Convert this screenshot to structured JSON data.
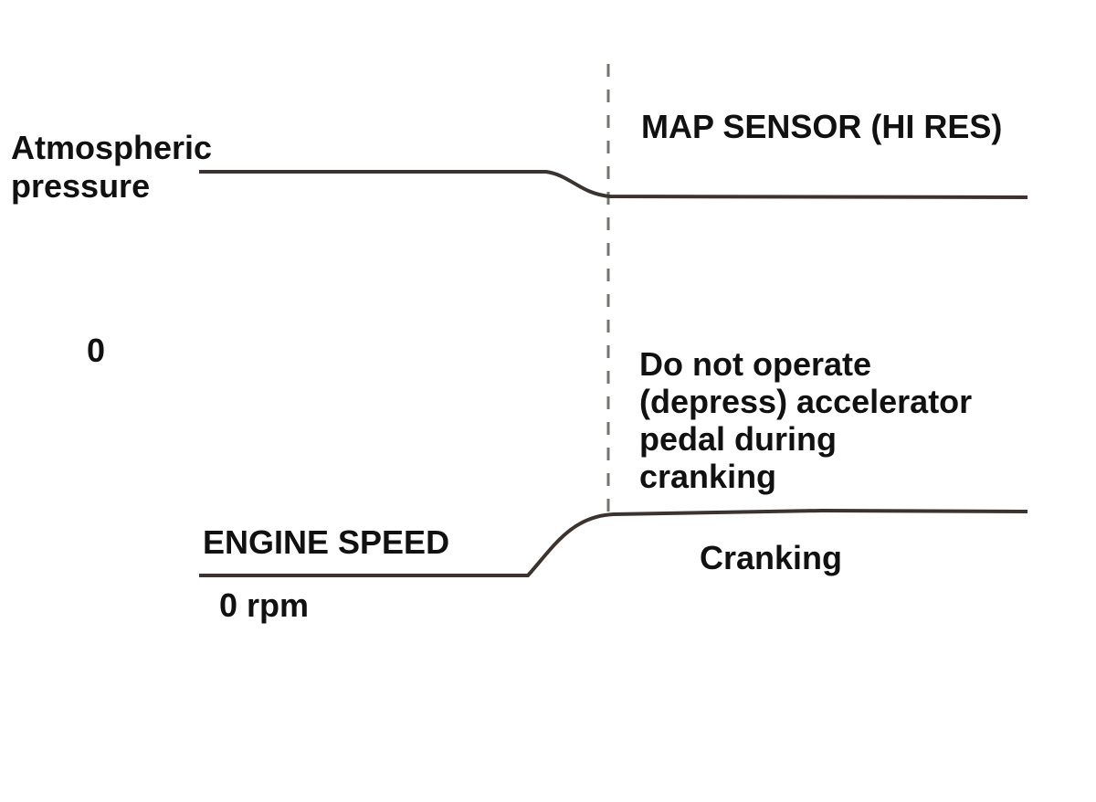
{
  "diagram": {
    "pressure_axis": {
      "high_label_lines": [
        "Atmospheric",
        "pressure"
      ],
      "zero_label": "0"
    },
    "map_sensor_label": "MAP SENSOR (HI RES)",
    "note_lines": [
      "Do not operate",
      "(depress) accelerator",
      "pedal during",
      "cranking"
    ],
    "engine_speed_label": "ENGINE SPEED",
    "rpm_zero_label": "0 rpm",
    "cranking_label": "Cranking",
    "line_color": "#3a3330",
    "marker_color": "#7a7470"
  }
}
